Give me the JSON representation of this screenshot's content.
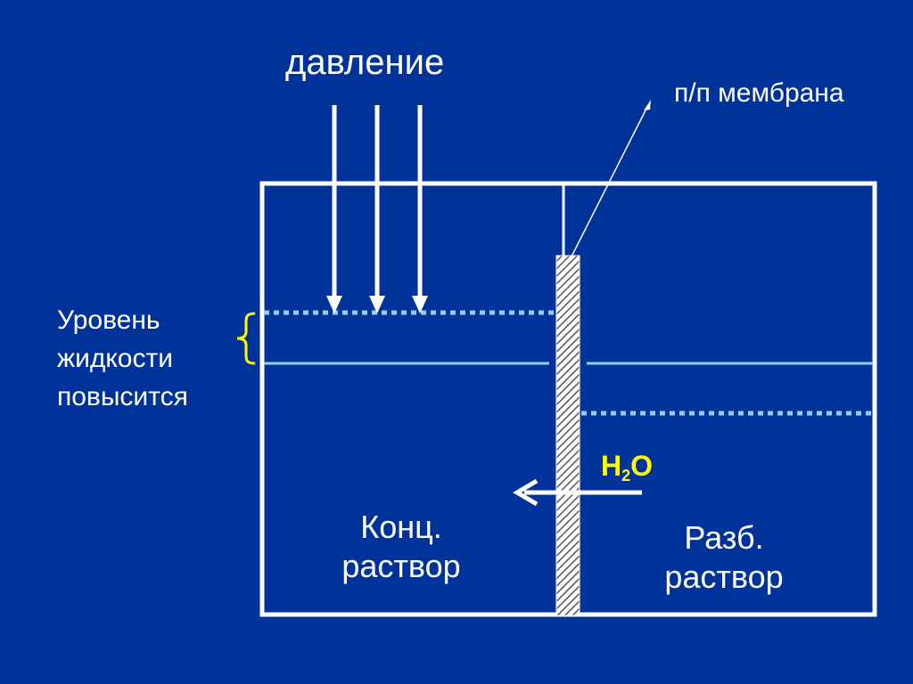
{
  "diagram": {
    "title": "давление",
    "membrane_label": "п/п мембрана",
    "level_label": "Уровень жидкости повысится",
    "water": {
      "element_h": "H",
      "subscript": "2",
      "element_o": "O"
    },
    "left_compartment": "Конц. раствор",
    "right_compartment": "Разб. раствор",
    "colors": {
      "background": "#003399",
      "outline": "#ffffff",
      "water_level": "#99ccff",
      "highlight": "#ffff00"
    }
  }
}
